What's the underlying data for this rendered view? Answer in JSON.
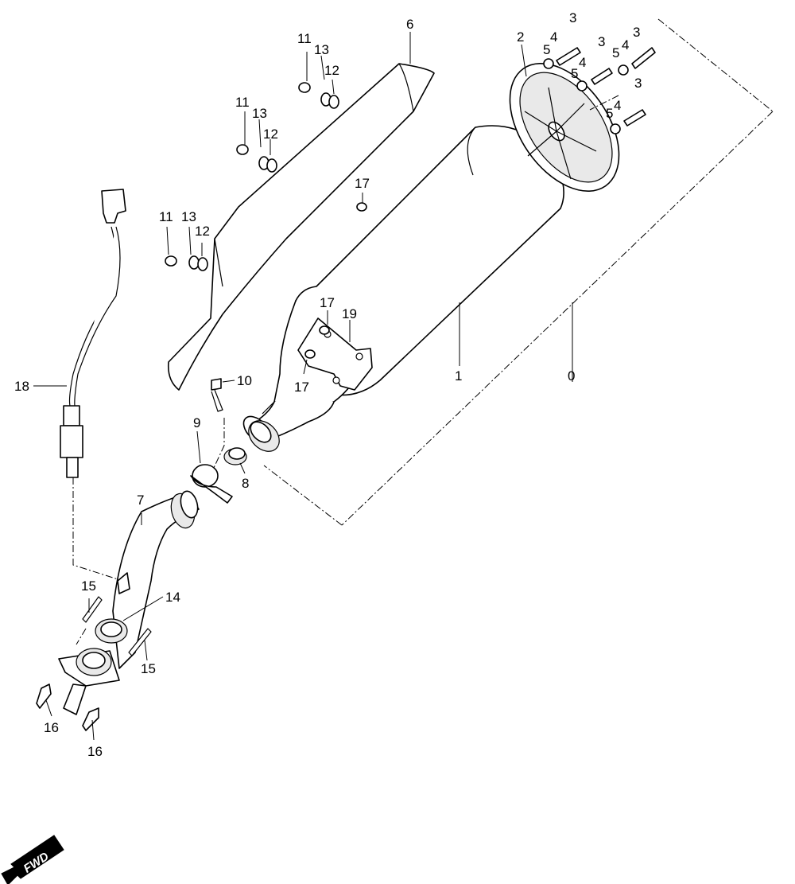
{
  "diagram": {
    "direction_label": "FWD",
    "callouts": {
      "c0": "0",
      "c1": "1",
      "c2": "2",
      "c3a": "3",
      "c3b": "3",
      "c3c": "3",
      "c3d": "3",
      "c4a": "4",
      "c4b": "4",
      "c4c": "4",
      "c4d": "4",
      "c5a": "5",
      "c5b": "5",
      "c5c": "5",
      "c5d": "5",
      "c6": "6",
      "c7": "7",
      "c8": "8",
      "c9": "9",
      "c10": "10",
      "c11a": "11",
      "c11b": "11",
      "c11c": "11",
      "c12a": "12",
      "c12b": "12",
      "c12c": "12",
      "c13a": "13",
      "c13b": "13",
      "c13c": "13",
      "c14": "14",
      "c15a": "15",
      "c15b": "15",
      "c16a": "16",
      "c16b": "16",
      "c17a": "17",
      "c17b": "17",
      "c17c": "17",
      "c18": "18",
      "c19": "19"
    }
  }
}
